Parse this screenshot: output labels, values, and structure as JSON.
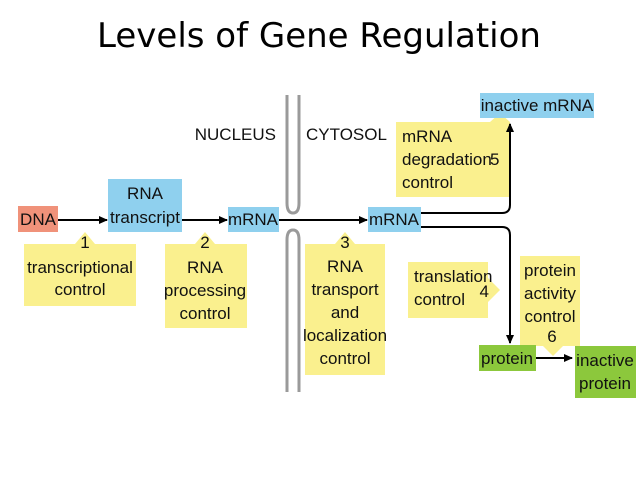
{
  "title": "Levels of Gene Regulation",
  "compartments": {
    "nucleus": "NUCLEUS",
    "cytosol": "CYTOSOL"
  },
  "nodes": {
    "dna": "DNA",
    "rna_transcript": [
      "RNA",
      "transcript"
    ],
    "mrna_nucleus": "mRNA",
    "mrna_cytosol": "mRNA",
    "inactive_mrna": "inactive mRNA",
    "protein": "protein",
    "inactive_protein": [
      "inactive",
      "protein"
    ]
  },
  "controls": [
    {
      "number": "1",
      "lines": [
        "transcriptional",
        "control"
      ]
    },
    {
      "number": "2",
      "lines": [
        "RNA",
        "processing",
        "control"
      ]
    },
    {
      "number": "3",
      "lines": [
        "RNA",
        "transport",
        "and",
        "localization",
        "control"
      ]
    },
    {
      "number": "4",
      "lines": [
        "translation",
        "control"
      ]
    },
    {
      "number": "5",
      "lines": [
        "mRNA",
        "degradation",
        "control"
      ]
    },
    {
      "number": "6",
      "lines": [
        "protein",
        "activity",
        "control"
      ]
    }
  ],
  "colors": {
    "dna": "#f0927a",
    "rna": "#8fd0ee",
    "protein": "#8cc83c",
    "control": "#faf08e",
    "membrane": "#9a9a9a",
    "arrow": "#000000"
  }
}
